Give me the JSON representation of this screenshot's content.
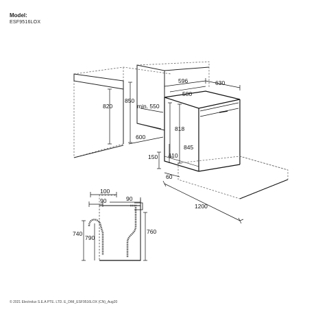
{
  "header": {
    "model_label": "Model:",
    "model_code": "ESF9516LOX"
  },
  "dimensions": {
    "depth_top": "630",
    "width_top": "596",
    "width_inner": "580",
    "cabinet_height": "820",
    "niche_height": "850",
    "niche_depth_min": "min. 550",
    "niche_depth": "600",
    "door_height": "818",
    "overall_height": "845",
    "plinth": "150",
    "feet": "110",
    "gap": "60",
    "door_open": "1200",
    "hose_100": "100",
    "hose_90_left": "90",
    "hose_90_right": "90",
    "drain_740": "740",
    "drain_790": "790",
    "drain_760": "760"
  },
  "footer": {
    "copyright": "© 2021 Electrolux S.E.A PTE. LTD.  E_DIM_ESF9516LOX (CN)_Aug20"
  }
}
